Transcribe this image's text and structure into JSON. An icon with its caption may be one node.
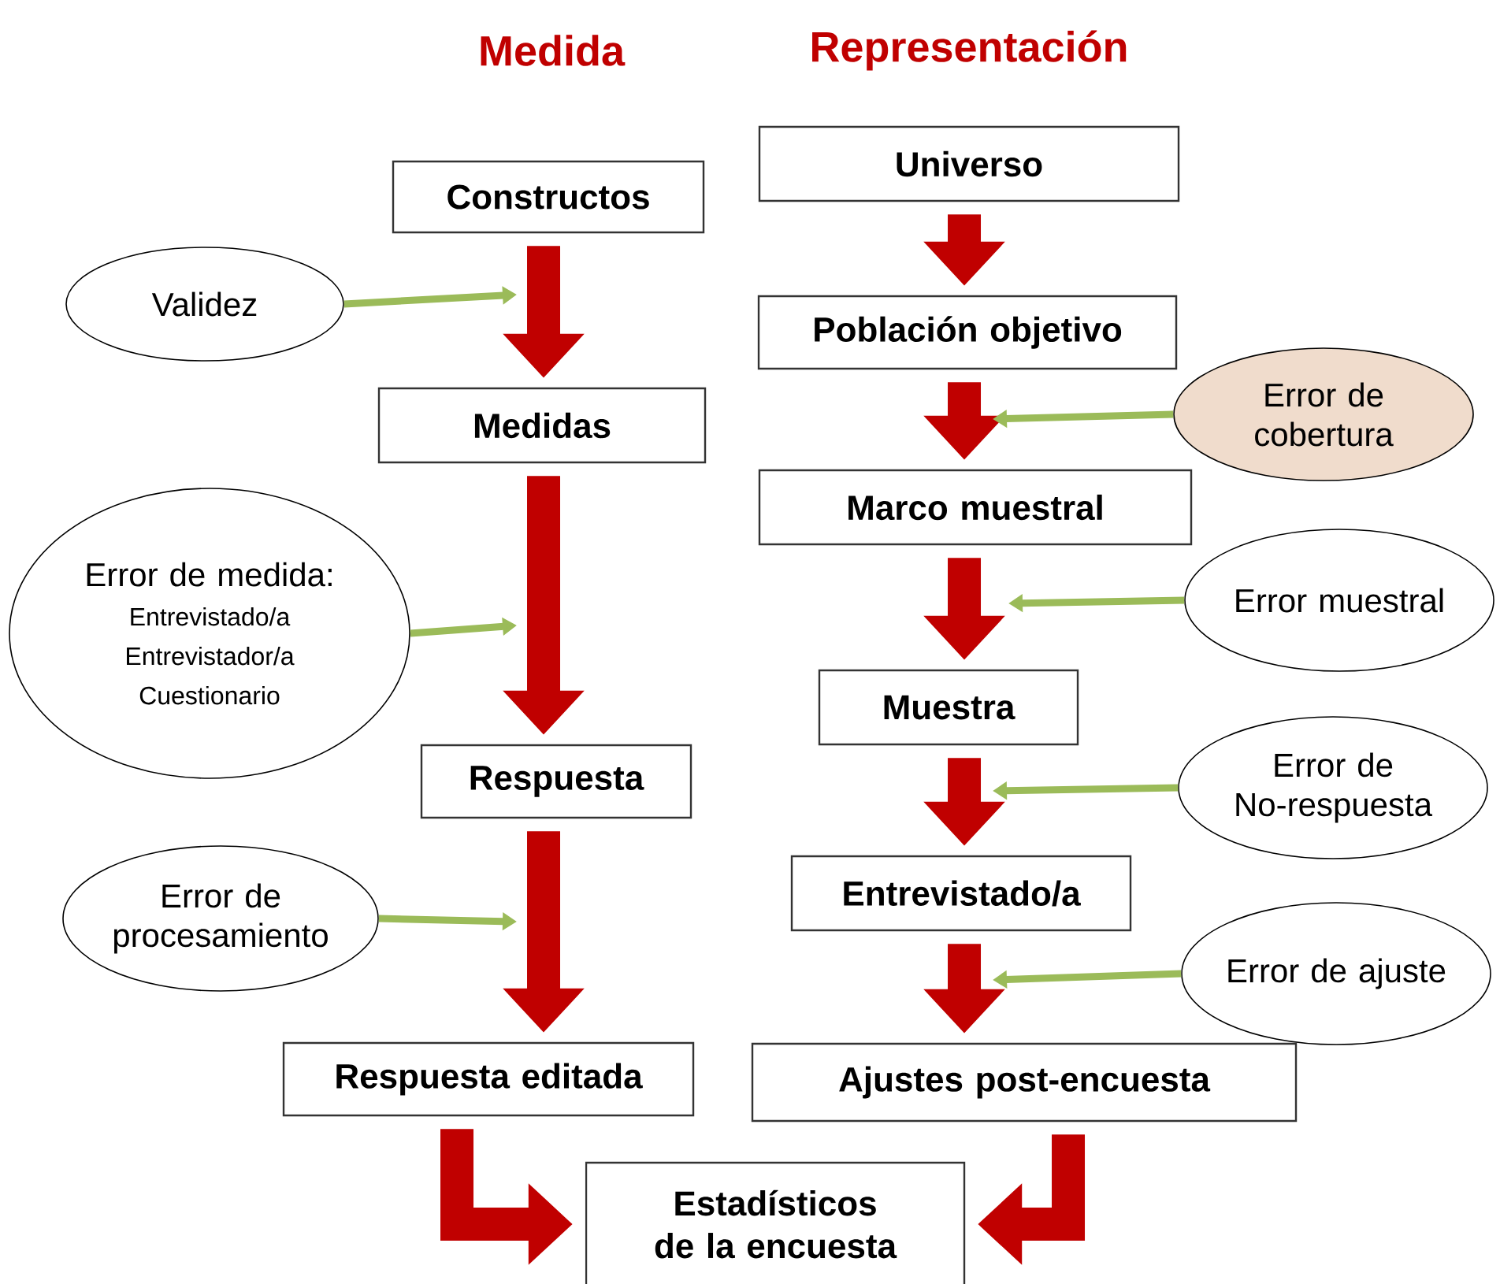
{
  "diagram": {
    "nodes": [
      {
        "text": [
          "Constructos"
        ]
      },
      {
        "text": [
          "Medidas"
        ]
      },
      {
        "text": [
          "Respuesta"
        ]
      },
      {
        "text": [
          "Respuesta editada"
        ]
      },
      {
        "text": [
          "Universo"
        ]
      },
      {
        "text": [
          "Población objetivo"
        ]
      },
      {
        "text": [
          "Marco muestral"
        ]
      },
      {
        "text": [
          "Muestra"
        ]
      },
      {
        "text": [
          "Entrevistado/a"
        ]
      },
      {
        "text": [
          "Ajustes post-encuesta"
        ]
      },
      {
        "text": [
          "Estadísticos de la encuesta"
        ]
      },
      {
        "text": [
          "Validez"
        ]
      },
      {
        "text": [
          "Error de medida:",
          "Entrevistado/a",
          "Entrevistador/a",
          "Cuestionario"
        ]
      },
      {
        "text": [
          "Error de procesamiento"
        ]
      },
      {
        "text": [
          "Error de cobertura"
        ]
      },
      {
        "text": [
          "Error muestral"
        ]
      },
      {
        "text": [
          "Error de No-respuesta"
        ]
      },
      {
        "text": [
          "Error de ajuste"
        ]
      }
    ],
    "edges": [
      {
        "from": 0,
        "to": 1,
        "arrow": "to"
      },
      {
        "from": 1,
        "to": 2,
        "arrow": "to"
      },
      {
        "from": 2,
        "to": 3,
        "arrow": "to"
      },
      {
        "from": 4,
        "to": 5,
        "arrow": "to"
      },
      {
        "from": 5,
        "to": 6,
        "arrow": "to"
      },
      {
        "from": 6,
        "to": 7,
        "arrow": "to"
      },
      {
        "from": 7,
        "to": 8,
        "arrow": "to"
      },
      {
        "from": 8,
        "to": 9,
        "arrow": "to"
      },
      {
        "from": 3,
        "to": 10,
        "arrow": "to"
      },
      {
        "from": 9,
        "to": 10,
        "arrow": "to"
      },
      {
        "from": 11,
        "to": null,
        "arrow": "to",
        "color": "#9bbb59"
      },
      {
        "from": 12,
        "to": null,
        "arrow": "to",
        "color": "#9bbb59"
      },
      {
        "from": 13,
        "to": null,
        "arrow": "to",
        "color": "#9bbb59"
      },
      {
        "from": 14,
        "to": null,
        "arrow": "to",
        "color": "#9bbb59"
      },
      {
        "from": 15,
        "to": null,
        "arrow": "to",
        "color": "#9bbb59"
      },
      {
        "from": 16,
        "to": null,
        "arrow": "to",
        "color": "#9bbb59"
      },
      {
        "from": 17,
        "to": null,
        "arrow": "to",
        "color": "#9bbb59"
      }
    ],
    "labels": [
      "Medida",
      "Representación"
    ]
  }
}
